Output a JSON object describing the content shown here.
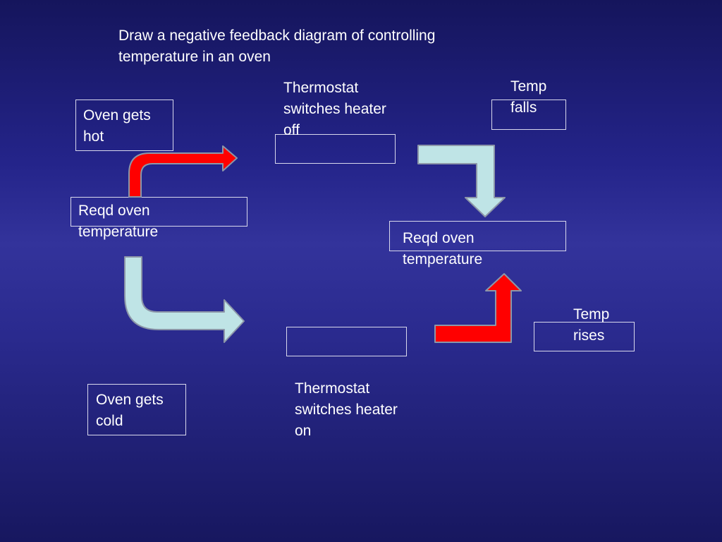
{
  "slide": {
    "instruction": "Draw a negative feedback diagram of controlling\ntemperature in an oven"
  },
  "labels": {
    "oven_gets_hot": "Oven gets\nhot",
    "reqd_temp_left": "Reqd oven\ntemperature",
    "thermostat_off": "Thermostat\nswitches heater\noff",
    "temp_falls": "Temp\nfalls",
    "reqd_temp_right": "Reqd oven\ntemperature",
    "temp_rises": "Temp\nrises",
    "thermostat_on": "Thermostat\nswitches heater\non",
    "oven_gets_cold": "Oven gets\ncold"
  },
  "colors": {
    "background_top": "#15155c",
    "background_mid": "#33339b",
    "hot_arrow_fill": "#ff0000",
    "cold_arrow_fill": "#bfe4e6",
    "arrow_outline": "#8c96a8",
    "box_border": "#d8d8ec",
    "text": "#ffffff"
  }
}
